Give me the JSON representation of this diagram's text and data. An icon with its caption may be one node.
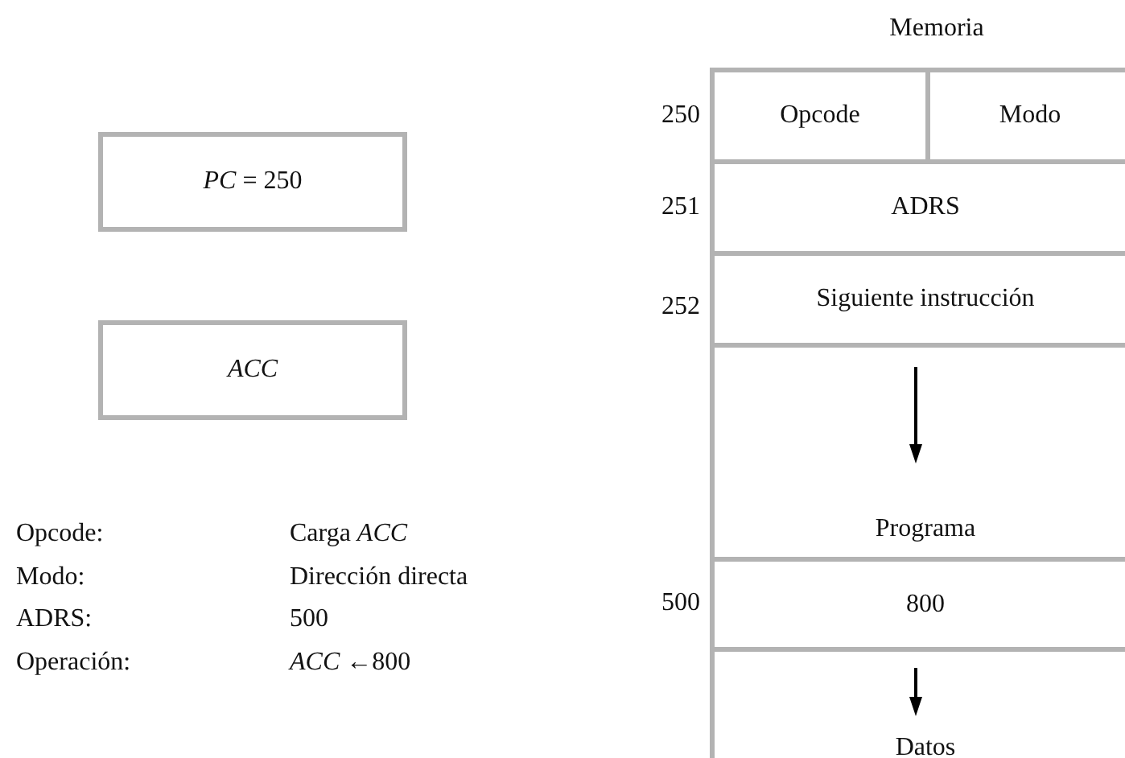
{
  "diagram": {
    "nodes": [
      {
        "text": [
          "*PC* = 250"
        ]
      },
      {
        "text": [
          "ACC"
        ]
      },
      {
        "text": [
          "Memoria"
        ]
      },
      {
        "text": [
          "Opcode"
        ],
        "in": 2,
        "beside": [
          "250"
        ]
      },
      {
        "text": [
          "Modo"
        ],
        "in": 2
      },
      {
        "text": [
          "ADRS"
        ],
        "in": 2,
        "beside": [
          "251"
        ]
      },
      {
        "text": [
          "Siguiente instrucción"
        ],
        "in": 2,
        "beside": [
          "252"
        ]
      },
      {
        "text": [
          "Programa"
        ],
        "in": 2
      },
      {
        "text": [
          "800"
        ],
        "in": 2,
        "beside": [
          "500"
        ]
      },
      {
        "text": [
          "Datos"
        ],
        "in": 2
      }
    ],
    "labels": [
      "Opcode:",
      "Carga *ACC*",
      "Modo:",
      "Dirección directa",
      "ADRS:",
      "500",
      "Operación:",
      "*ACC* ←800"
    ]
  }
}
